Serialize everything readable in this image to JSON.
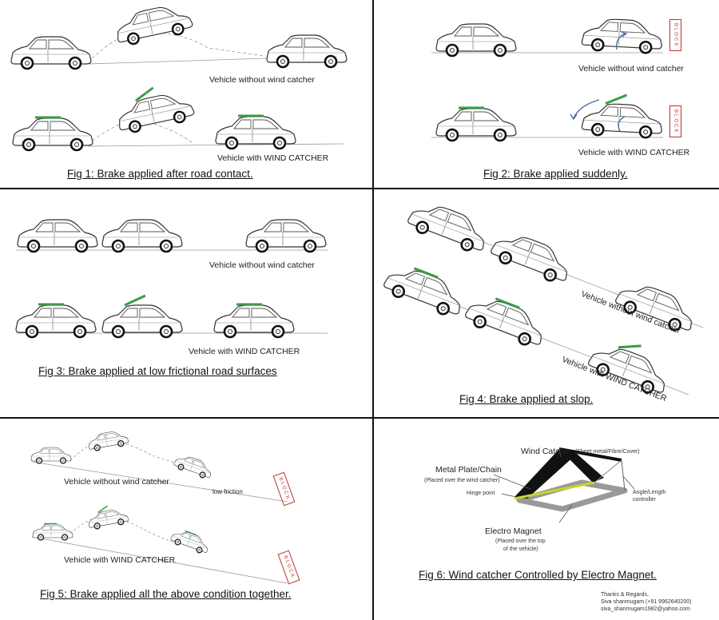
{
  "figures": {
    "fig1": {
      "caption": "Fig 1: Brake applied after road contact.",
      "label_without": "Vehicle without wind catcher",
      "label_with": "Vehicle with WIND CATCHER"
    },
    "fig2": {
      "caption": "Fig 2: Brake applied suddenly.",
      "label_without": "Vehicle without wind catcher",
      "label_with": "Vehicle with WIND CATCHER",
      "block_text": "BLOCK"
    },
    "fig3": {
      "caption": "Fig 3: Brake applied at low frictional road surfaces",
      "label_without": "Vehicle without wind catcher",
      "label_with": "Vehicle with WIND CATCHER"
    },
    "fig4": {
      "caption": "Fig 4: Brake applied at slop.",
      "label_without": "Vehicle without wind catcher",
      "label_with": "Vehicle with WIND CATCHER"
    },
    "fig5": {
      "caption": "Fig 5: Brake applied all the above condition together.",
      "label_without": "Vehicle without wind catcher",
      "label_with": "Vehicle with WIND CATCHER",
      "low_friction": "low friction",
      "block_text": "BLOCK"
    },
    "fig6": {
      "caption": "Fig 6: Wind catcher  Controlled by Electro Magnet.",
      "wind_catcher": "Wind Catcher",
      "wind_catcher_note": "(Sheet metal/Fibre/Cover)",
      "metal_plate": "Metal Plate/Chain",
      "metal_plate_note": "(Placed over the wind catcher)",
      "hinge_point": "Hinge point",
      "electro_magnet": "Electro Magnet",
      "electro_magnet_note_1": "(Placed over the top",
      "electro_magnet_note_2": "of the vehicle)",
      "angle_controller_1": "Angle/Length",
      "angle_controller_2": "controller"
    }
  },
  "credits": {
    "line1": "Thanks & Regards,",
    "line2": "Siva shanmugam (+91 9962640200)",
    "line3": "siva_shanmugam1982@yahoo.com"
  },
  "colors": {
    "wind_catcher": "#3a9a4a",
    "block_border": "#b33333",
    "arrow": "#4a6fa5",
    "hinge": "#c8d42a"
  }
}
